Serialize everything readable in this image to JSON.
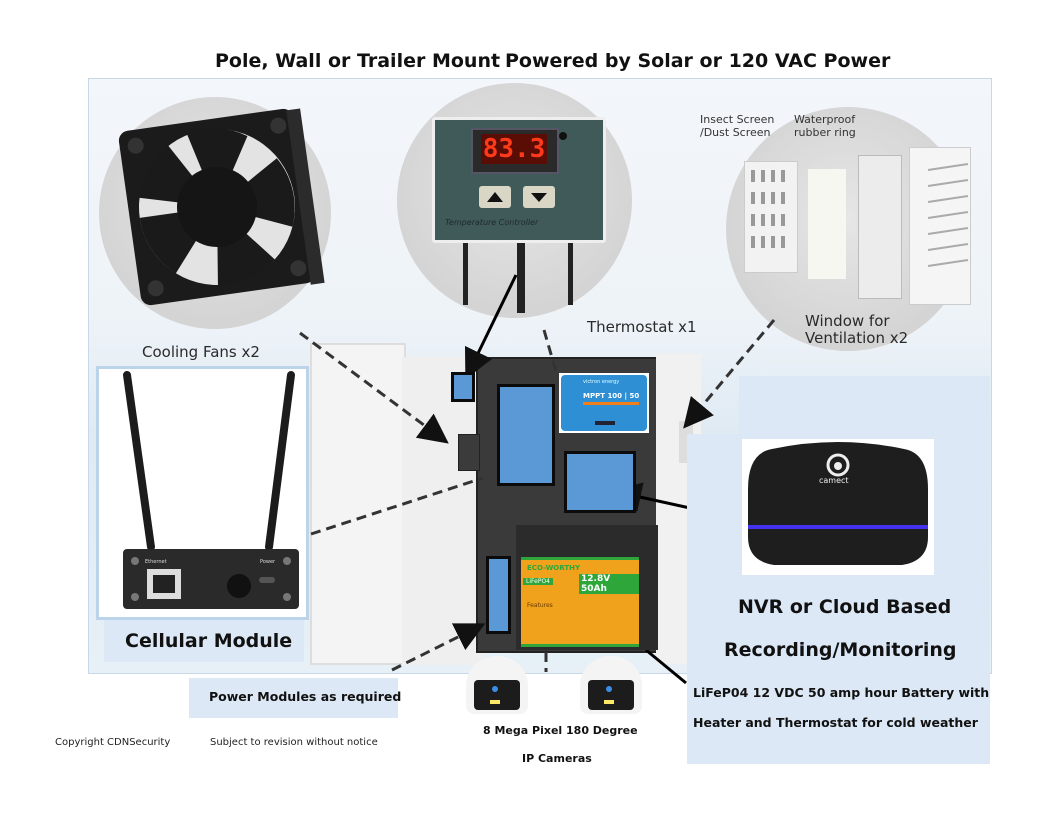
{
  "header": {
    "title_left": "Pole, Wall or Trailer Mount",
    "title_right": "Powered by Solar or 120 VAC Power"
  },
  "callouts": {
    "cooling_fans": "Cooling Fans x2",
    "thermostat": "Thermostat x1",
    "ventilation_line1": "Window for",
    "ventilation_line2": "Ventilation x2",
    "insect_screen_line1": "Insect Screen",
    "insect_screen_line2": "/Dust Screen",
    "rubber_ring_line1": "Waterproof",
    "rubber_ring_line2": "rubber ring"
  },
  "thermostat_display": {
    "reading": "83.3",
    "up_icon": "triangle-up-icon",
    "down_icon": "triangle-down-icon",
    "brand_text": "Temperature Controller"
  },
  "cellular_module": {
    "label": "Cellular Module",
    "port_ethernet": "Ethernet",
    "port_power": "Power"
  },
  "solar_controller": {
    "brand": "victron energy",
    "model": "MPPT 100 | 50"
  },
  "battery": {
    "brand": "ECO-WORTHY",
    "chem": "LiFePO4",
    "rating": "12.8V 50Ah",
    "features_title": "Features"
  },
  "nvr": {
    "brand": "camect",
    "label_line1": "NVR or Cloud Based",
    "label_line2": "Recording/Monitoring"
  },
  "battery_note": {
    "line1": "LiFeP04 12 VDC 50 amp hour Battery with",
    "line2": "Heater and Thermostat for cold weather"
  },
  "power_modules": {
    "label": "Power Modules as required"
  },
  "cameras": {
    "line1": "8 Mega Pixel 180 Degree",
    "line2": "IP Cameras"
  },
  "footer": {
    "copyright": "Copyright  CDNSecurity",
    "revision": "Subject to revision without notice"
  },
  "colors": {
    "module_blue": "#5a98d6",
    "panel_blue": "#dce8f5",
    "led_red": "#ff3a1a",
    "battery_orange": "#f0a21c",
    "battery_green": "#2fa63a",
    "victron_blue": "#2f8fd4"
  }
}
